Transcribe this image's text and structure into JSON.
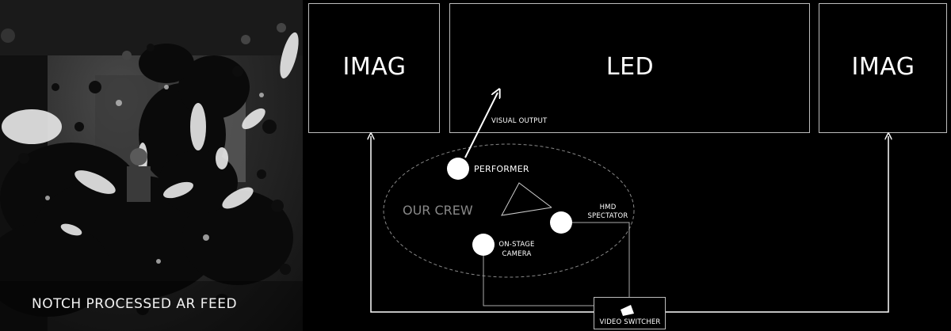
{
  "photo": {
    "caption": "NOTCH PROCESSED AR FEED"
  },
  "screens": {
    "left": "IMAG",
    "center": "LED",
    "right": "IMAG"
  },
  "crew": {
    "label": "OUR CREW",
    "performer": "PERFORMER",
    "hmd_line1": "HMD",
    "hmd_line2": "SPECTATOR",
    "camera_line1": "ON-STAGE",
    "camera_line2": "CAMERA"
  },
  "annotations": {
    "visual_output": "VISUAL OUTPUT"
  },
  "switcher": {
    "label": "VIDEO SWITCHER"
  }
}
